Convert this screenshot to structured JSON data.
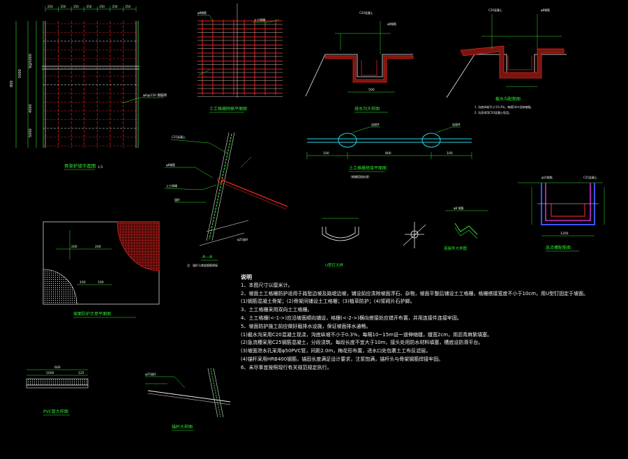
{
  "drawing": {
    "background": "#000000",
    "colors": {
      "red": "#e0241e",
      "green": "#2ee82e",
      "cyan": "#27d8e8",
      "yellow": "#e8e821",
      "white": "#f0f0f0",
      "magenta": "#d12fd1",
      "blue": "#3a55ff",
      "darkred": "#7a1410"
    },
    "dims": {
      "plan_top": [
        "250",
        "250",
        "250",
        "250",
        "250",
        "250",
        "250"
      ],
      "plan_left": [
        "9@5000",
        "5000",
        "4000",
        "5000"
      ],
      "plan_side_total": "800",
      "ditch_width": "500",
      "band_main": "800",
      "band_side": "100",
      "pvc_a": "1000",
      "pvc_b": "125",
      "pvc_top": "600"
    },
    "captions": {
      "plan_view": "骨架护坡平面图",
      "mesh_detail": "土工格栅网格平面图",
      "ditch_section": "排水沟大样图",
      "ditch_section2": "截水沟配筋图",
      "slope_section": "A—A",
      "overlap_plan": "土工格栅搭接平面图",
      "quarter_plan": "坡面防护示意平面图",
      "hook": "U型钉大样",
      "connector": "连接件大样图",
      "u_channel": "急流槽配筋图",
      "pvc": "PVC管大样图",
      "anchor": "锚杆大样图"
    },
    "scale_label": "1:5",
    "notes": {
      "title": "说明",
      "lines": [
        "1、本图尺寸以厘米计。",
        "2、坡面土工格栅防护适用于路堑边坡及路堤边坡，铺设前应清除坡面浮石、杂物，坡面平整后铺设土工格栅，格栅搭接宽度不小于10cm，用U型钉固定于坡面。",
        "(1)钢筋混凝土骨架；(2)骨架间铺设土工格栅；(3)植草防护；(4)浆砌片石护脚。",
        "3、土工格栅采用双向土工格栅。",
        "4、土工格栅(<-1->)应沿坡面顺向铺设，格栅(<-2->)横向搭接处应错开布置，并用连接件连接牢固。",
        "5、坡面防护施工前应做好截排水设施，保证坡面排水通畅。",
        "(1)截水沟采用C20混凝土现浇，沟底纵坡不小于0.3%，每隔10~15m设一道伸缩缝，缝宽2cm，用沥青麻絮填塞。",
        "(2)急流槽采用C25钢筋混凝土，分段浇筑，每段长度不宜大于10m，接头处用防水材料填塞，槽底设防滑平台。",
        "(3)坡面泄水孔采用φ50PVC管，间距2.0m，梅花形布置，进水口处包裹土工布反滤层。",
        "(4)锚杆采用HRB400钢筋，锚固长度满足设计要求，注浆饱满，锚杆头与骨架钢筋焊接牢固。",
        "6、未尽事宜按照现行有关规范规定执行。"
      ]
    }
  }
}
